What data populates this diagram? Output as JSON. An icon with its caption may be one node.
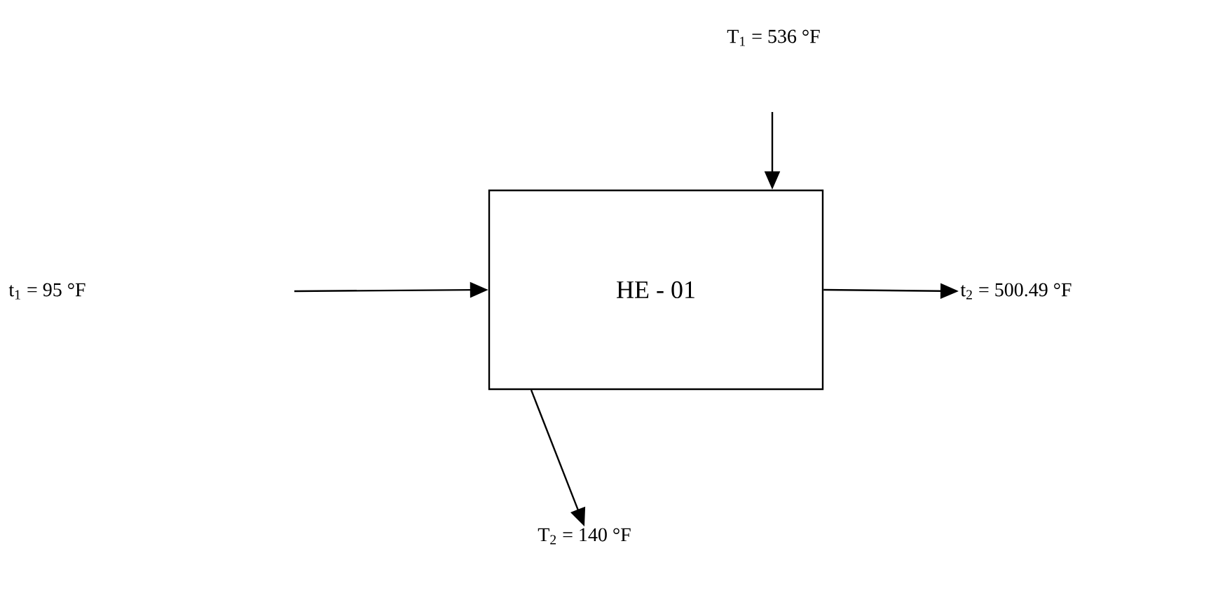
{
  "diagram": {
    "nodes": [
      {
        "text": [
          "HE - 01"
        ]
      },
      {
        "text": [
          "t$_{2}$ = 500.49 °F"
        ]
      },
      {
        "text": [
          "T$_{2}$ = 140 °F"
        ]
      }
    ],
    "edges": [
      {
        "from": null,
        "to": 0,
        "arrow": "to"
      },
      {
        "from": null,
        "to": 0,
        "arrow": "to"
      },
      {
        "from": 0,
        "to": 1,
        "arrow": "to"
      },
      {
        "from": 0,
        "to": 2,
        "arrow": "to"
      }
    ],
    "labels": [
      "T$_{1}$ = 536 °F",
      "t$_{1}$ = 95 °F"
    ]
  }
}
